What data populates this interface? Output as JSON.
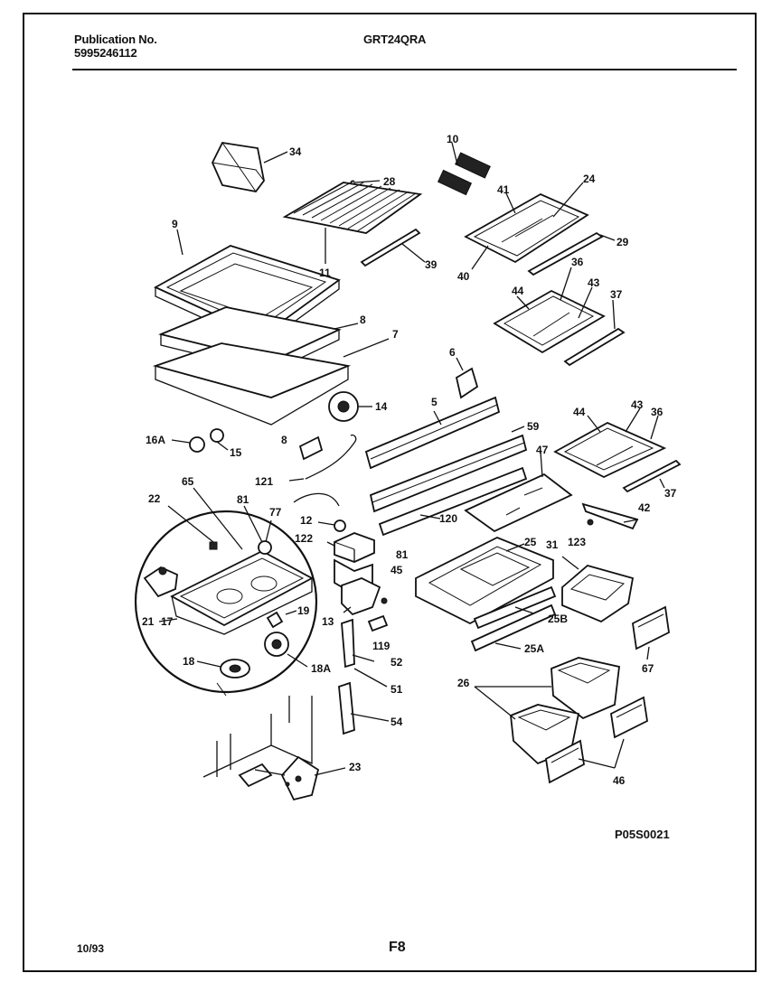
{
  "header": {
    "publication_label": "Publication No.",
    "publication_number": "5995246112",
    "model": "GRT24QRA"
  },
  "diagram_code": "P05S0021",
  "footer": {
    "date": "10/93",
    "page": "F8"
  },
  "callouts": {
    "c34": "34",
    "c28": "28",
    "c10": "10",
    "c24": "24",
    "c41": "41",
    "c9": "9",
    "c11": "11",
    "c39": "39",
    "c40": "40",
    "c29": "29",
    "c36a": "36",
    "c44a": "44",
    "c43a": "43",
    "c37a": "37",
    "c8a": "8",
    "c7": "7",
    "c14": "14",
    "c6a": "6",
    "c5": "5",
    "c59": "59",
    "c44b": "44",
    "c43b": "43",
    "c36b": "36",
    "c37b": "37",
    "c16A": "16A",
    "c15": "15",
    "c8b": "8",
    "c121": "121",
    "c47": "47",
    "c65": "65",
    "c22": "22",
    "c81a": "81",
    "c77": "77",
    "c12": "12",
    "c120": "120",
    "c42": "42",
    "c122": "122",
    "c81b": "81",
    "c45": "45",
    "c25": "25",
    "c31": "31",
    "c123": "123",
    "c21": "21",
    "c17": "17",
    "c19": "19",
    "c13": "13",
    "c25B": "25B",
    "c119": "119",
    "c25A": "25A",
    "c67": "67",
    "c18": "18",
    "c18A": "18A",
    "c52": "52",
    "c51": "51",
    "c26": "26",
    "c54": "54",
    "c46": "46",
    "c23": "23"
  }
}
